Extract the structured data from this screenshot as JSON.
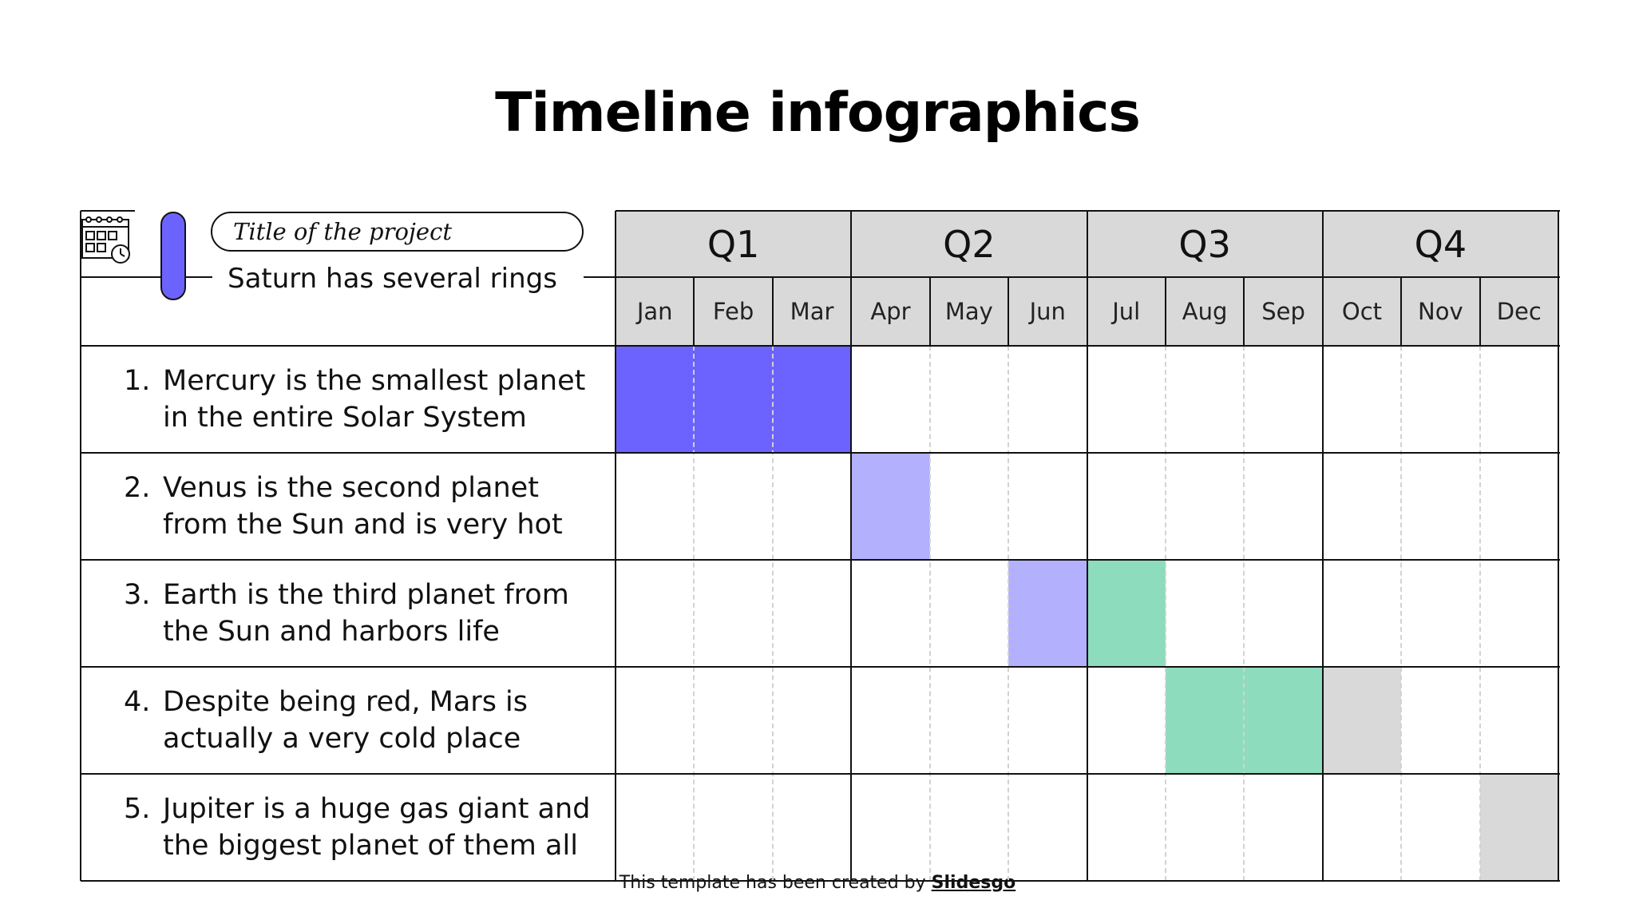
{
  "title": "Timeline infographics",
  "header": {
    "project_title": "Title of the project",
    "subtitle": "Saturn has several rings",
    "icon": "calendar-clock-icon"
  },
  "quarters": [
    "Q1",
    "Q2",
    "Q3",
    "Q4"
  ],
  "months": [
    "Jan",
    "Feb",
    "Mar",
    "Apr",
    "May",
    "Jun",
    "Jul",
    "Aug",
    "Sep",
    "Oct",
    "Nov",
    "Dec"
  ],
  "colors": {
    "purple": "#6c63ff",
    "lavender": "#b3b0fd",
    "mint": "#8ddcbd",
    "gray": "#d9d9d9",
    "header_bg": "#d9d9d9"
  },
  "tasks": [
    {
      "num": "1.",
      "text": "Mercury is the smallest planet in the entire Solar System",
      "bars": [
        {
          "start": "Jan",
          "end": "Mar",
          "color": "purple"
        }
      ]
    },
    {
      "num": "2.",
      "text": "Venus is the second planet from the Sun and is very hot",
      "bars": [
        {
          "start": "Apr",
          "end": "Apr",
          "color": "lavender"
        }
      ]
    },
    {
      "num": "3.",
      "text": "Earth is the third planet from the Sun and harbors life",
      "bars": [
        {
          "start": "Jun",
          "end": "Jun",
          "color": "lavender"
        },
        {
          "start": "Jul",
          "end": "Jul",
          "color": "mint"
        }
      ]
    },
    {
      "num": "4.",
      "text": "Despite being red, Mars is actually a very cold place",
      "bars": [
        {
          "start": "Aug",
          "end": "Aug",
          "color": "mint"
        },
        {
          "start": "Sep",
          "end": "Sep",
          "color": "mint"
        },
        {
          "start": "Oct",
          "end": "Oct",
          "color": "gray"
        }
      ]
    },
    {
      "num": "5.",
      "text": "Jupiter is a huge gas giant and the biggest planet of them all",
      "bars": [
        {
          "start": "Dec",
          "end": "Dec",
          "color": "gray"
        }
      ]
    }
  ],
  "footer": {
    "prefix": "This template has been created by ",
    "brand": "Slidesgo"
  }
}
